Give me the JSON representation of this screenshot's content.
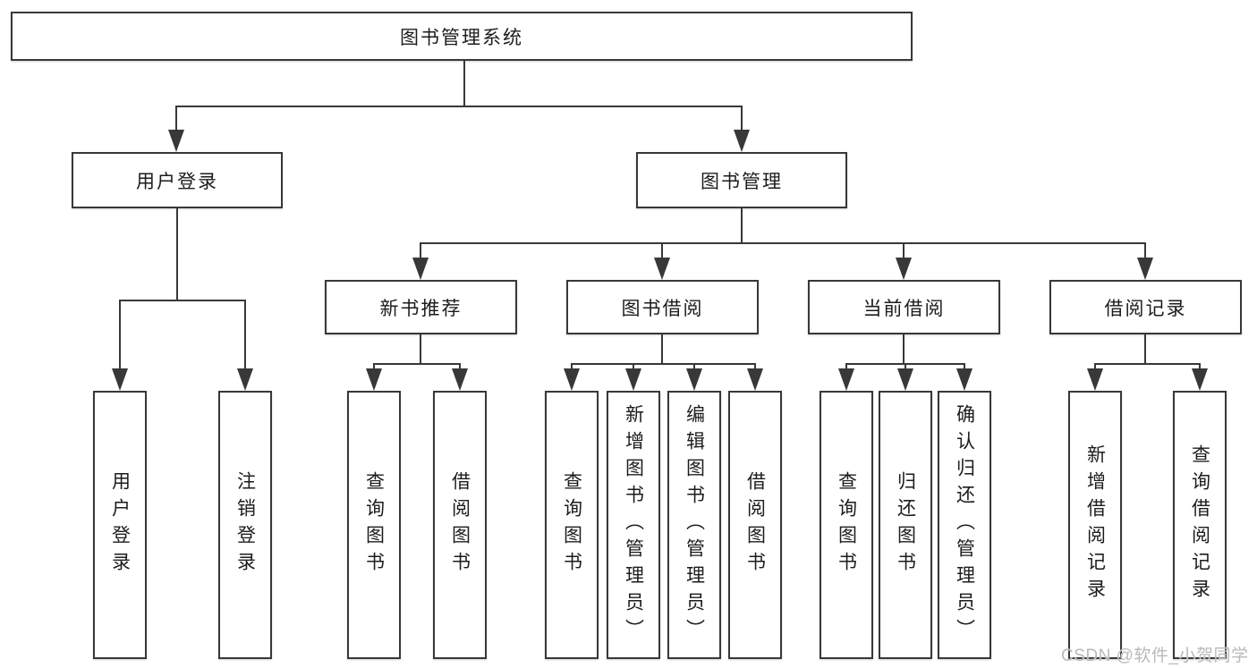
{
  "nodes": {
    "root": {
      "label": "图书管理系统"
    },
    "level2": [
      {
        "label": "用户登录"
      },
      {
        "label": "图书管理"
      }
    ],
    "level3": [
      {
        "label": "新书推荐"
      },
      {
        "label": "图书借阅"
      },
      {
        "label": "当前借阅"
      },
      {
        "label": "借阅记录"
      }
    ],
    "leaves": {
      "login": [
        "用户登录",
        "注销登录"
      ],
      "recommend": [
        "查询图书",
        "借阅图书"
      ],
      "borrow": [
        "查询图书",
        "新增图书（管理员）",
        "编辑图书（管理员）",
        "借阅图书"
      ],
      "current": [
        "查询图书",
        "归还图书",
        "确认归还（管理员）"
      ],
      "records": [
        "新增借阅记录",
        "查询借阅记录"
      ]
    }
  },
  "watermark": {
    "text": "CSDN @软件_小贺同学"
  },
  "colors": {
    "line": "#383838",
    "box_border": "#383838",
    "text": "#1c1c1c",
    "watermark": "#b9b9b9",
    "background": "#ffffff"
  }
}
